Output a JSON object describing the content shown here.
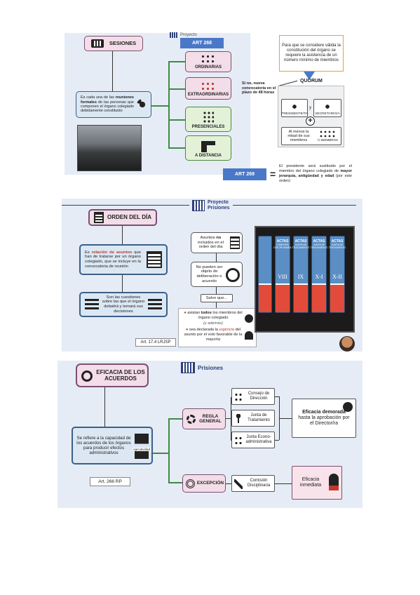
{
  "p1": {
    "header": "Proyecto",
    "sesiones": "SESIONES",
    "art268": "ART 268",
    "desc_pre": "Es cada una de las",
    "desc_bold": "reuniones formales",
    "desc_post": "de las personas que componen el órgano colegiado debidamente constituido",
    "ordinarias": "ORDINARIAS",
    "extraordinarias": "EXTRAORDINARIAS",
    "presenciales": "PRESENCIALES",
    "distancia": "A DISTANCIA",
    "quorum_note": "Para que se considere válida la constitución del órgano se requiere la asistencia de un número mínimo de miembros",
    "quorum": "QUORUM",
    "si_no": "Si no, nueva convocatoria en el plazo de 48 horas",
    "presidente": "PRESIDENTE/TA",
    "y": "y",
    "secretario": "SECRETARIO/A",
    "mitad": "Al menos la mitad de sus miembros",
    "miembros": "½ MIEMBROS",
    "art269": "ART 269",
    "eq": "=",
    "pres_pre": "El presidente será sustituido por el miembro del órgano colegiado de",
    "pres_bold": "mayor jerarquía, antigüedad y edad",
    "pres_post": "(por este orden)"
  },
  "p2": {
    "header1": "Proyecto",
    "header2": "Prisiones",
    "orden": "ORDEN DEL DÍA",
    "rel_pre": "Es",
    "rel_bold": "relación de asuntos",
    "rel_post": "que han de tratarse por un órgano colegiado, que se incluye en la convocatoria de reunión",
    "cuestiones": "Son las cuestiones sobre las que el órgano debatirá y tomará sus decisiones",
    "asuntos_pre": "Asuntos",
    "asuntos_bold": "no",
    "asuntos_post": "incluidos en el orden del día",
    "no_pueden": "No pueden ser objeto de deliberación o acuerdo",
    "salvo": "Salvo que...",
    "asistan_pre": "asistan",
    "asistan_bold": "todos",
    "asistan_post": "los miembros del órgano colegiado",
    "ademas": "(y además)",
    "urgencia_pre": "sea declarada la",
    "urgencia_it": "urgencia",
    "urgencia_post": "del asunto por el voto favorable de la mayoría",
    "art174": "Art. 17.4 LRJSP",
    "books": [
      {
        "title": "ACTAS",
        "sub": "COMISIÓN DISCIPLINARIA",
        "num": "VIII"
      },
      {
        "title": "ACTAS",
        "sub": "JUNTA DE TRATAMIENTO",
        "num": "IX"
      },
      {
        "title": "ACTAS",
        "sub": "JUNTA DE TRATAMIENTO",
        "num": "X-I"
      },
      {
        "title": "ACTAS",
        "sub": "JUNTA DE TRATAMIENTO",
        "num": "X-II"
      }
    ]
  },
  "p3": {
    "header": "Prisiones",
    "eficacia": "EFICACIA DE LOS ACUERDOS",
    "capacidad": "Se refiere a la capacidad de los acuerdos de los órganos para producir efectos administrativos",
    "ejecutividad": "ejecutividad",
    "art266": "Art. 266 RP",
    "regla": "REGLA GENERAL",
    "consejo": "Consejo de Dirección",
    "junta_trat": "Junta de Tratamiento",
    "junta_eco": "Junta Econo-administrativa",
    "demorada_bold": "Eficacia demorada",
    "demorada_post": "hasta la aprobación por el Director/ra",
    "excepcion": "EXCEPCIÓN",
    "comision": "Comisión Disciplinaria",
    "inmediata": "Eficacia inmediata"
  },
  "colors": {
    "panel": "#e6ecf5",
    "tag": "#4a78c8",
    "pink": "#f3dde8",
    "green": "#3f8a45"
  }
}
